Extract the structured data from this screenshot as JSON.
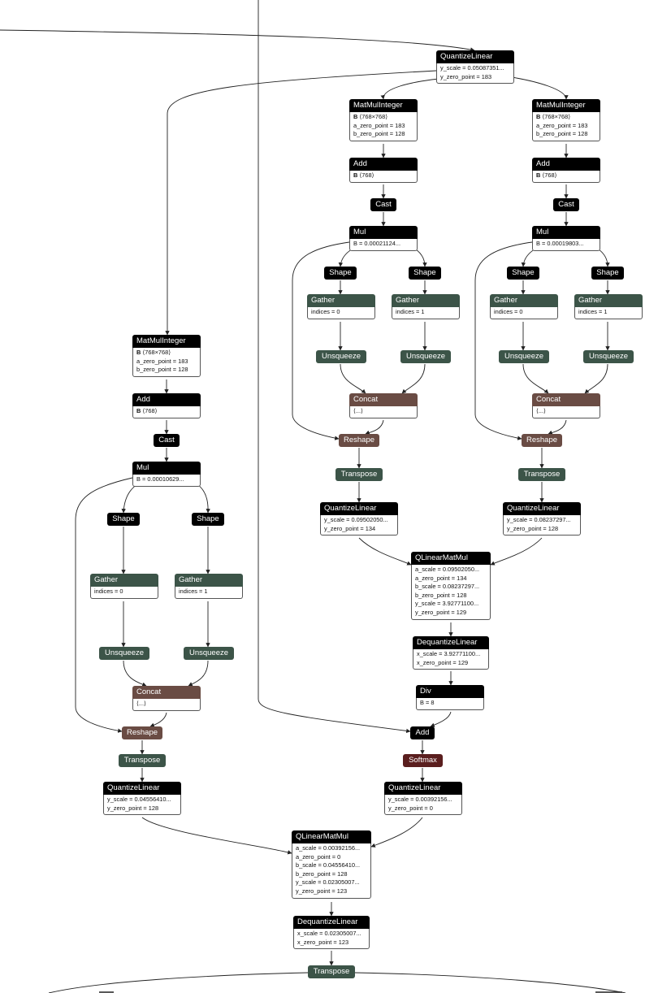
{
  "colors": {
    "layer": "#000000",
    "tensor": "#3c5448",
    "shape": "#6a4c44",
    "activation": "#5a1e1e",
    "edge": "#222222"
  },
  "nodes": {
    "ql_top": {
      "title": "QuantizeLinear",
      "attrs": [
        "y_scale = 0.05087351...",
        "y_zero_point = 183"
      ]
    },
    "mm_q": {
      "title": "MatMulInteger",
      "input": "B",
      "shape": "⟨768×768⟩",
      "attrs": [
        "a_zero_point = 183",
        "b_zero_point = 128"
      ]
    },
    "add_q": {
      "title": "Add",
      "input": "B",
      "shape": "⟨768⟩"
    },
    "cast_q": {
      "title": "Cast"
    },
    "mul_q": {
      "title": "Mul",
      "attrs": [
        "B = 0.00021124..."
      ]
    },
    "shape_q1": {
      "title": "Shape"
    },
    "shape_q2": {
      "title": "Shape"
    },
    "gather_q1": {
      "title": "Gather",
      "attrs": [
        "indices = 0"
      ]
    },
    "gather_q2": {
      "title": "Gather",
      "attrs": [
        "indices = 1"
      ]
    },
    "unsq_q1": {
      "title": "Unsqueeze"
    },
    "unsq_q2": {
      "title": "Unsqueeze"
    },
    "concat_q": {
      "title": "Concat",
      "attrs": [
        "⟨...⟩"
      ]
    },
    "reshape_q": {
      "title": "Reshape"
    },
    "trans_q": {
      "title": "Transpose"
    },
    "ql_q": {
      "title": "QuantizeLinear",
      "attrs": [
        "y_scale = 0.09502050...",
        "y_zero_point = 134"
      ]
    },
    "mm_k": {
      "title": "MatMulInteger",
      "input": "B",
      "shape": "⟨768×768⟩",
      "attrs": [
        "a_zero_point = 183",
        "b_zero_point = 128"
      ]
    },
    "add_k": {
      "title": "Add",
      "input": "B",
      "shape": "⟨768⟩"
    },
    "cast_k": {
      "title": "Cast"
    },
    "mul_k": {
      "title": "Mul",
      "attrs": [
        "B = 0.00019803..."
      ]
    },
    "shape_k1": {
      "title": "Shape"
    },
    "shape_k2": {
      "title": "Shape"
    },
    "gather_k1": {
      "title": "Gather",
      "attrs": [
        "indices = 0"
      ]
    },
    "gather_k2": {
      "title": "Gather",
      "attrs": [
        "indices = 1"
      ]
    },
    "unsq_k1": {
      "title": "Unsqueeze"
    },
    "unsq_k2": {
      "title": "Unsqueeze"
    },
    "concat_k": {
      "title": "Concat",
      "attrs": [
        "⟨...⟩"
      ]
    },
    "reshape_k": {
      "title": "Reshape"
    },
    "trans_k": {
      "title": "Transpose"
    },
    "ql_k": {
      "title": "QuantizeLinear",
      "attrs": [
        "y_scale = 0.08237297...",
        "y_zero_point = 128"
      ]
    },
    "qlmm_1": {
      "title": "QLinearMatMul",
      "attrs": [
        "a_scale = 0.09502050...",
        "a_zero_point = 134",
        "b_scale = 0.08237297...",
        "b_zero_point = 128",
        "y_scale = 3.92771100...",
        "y_zero_point = 129"
      ]
    },
    "dq_1": {
      "title": "DequantizeLinear",
      "attrs": [
        "x_scale = 3.92771100...",
        "x_zero_point = 129"
      ]
    },
    "div": {
      "title": "Div",
      "attrs": [
        "B = 8"
      ]
    },
    "add_mask": {
      "title": "Add"
    },
    "softmax": {
      "title": "Softmax"
    },
    "ql_s": {
      "title": "QuantizeLinear",
      "attrs": [
        "y_scale = 0.00392156...",
        "y_zero_point = 0"
      ]
    },
    "mm_v": {
      "title": "MatMulInteger",
      "input": "B",
      "shape": "⟨768×768⟩",
      "attrs": [
        "a_zero_point = 183",
        "b_zero_point = 128"
      ]
    },
    "add_v": {
      "title": "Add",
      "input": "B",
      "shape": "⟨768⟩"
    },
    "cast_v": {
      "title": "Cast"
    },
    "mul_v": {
      "title": "Mul",
      "attrs": [
        "B = 0.00010629..."
      ]
    },
    "shape_v1": {
      "title": "Shape"
    },
    "shape_v2": {
      "title": "Shape"
    },
    "gather_v1": {
      "title": "Gather",
      "attrs": [
        "indices = 0"
      ]
    },
    "gather_v2": {
      "title": "Gather",
      "attrs": [
        "indices = 1"
      ]
    },
    "unsq_v1": {
      "title": "Unsqueeze"
    },
    "unsq_v2": {
      "title": "Unsqueeze"
    },
    "concat_v": {
      "title": "Concat",
      "attrs": [
        "⟨...⟩"
      ]
    },
    "reshape_v": {
      "title": "Reshape"
    },
    "trans_v": {
      "title": "Transpose"
    },
    "ql_v": {
      "title": "QuantizeLinear",
      "attrs": [
        "y_scale = 0.04556410...",
        "y_zero_point = 128"
      ]
    },
    "qlmm_2": {
      "title": "QLinearMatMul",
      "attrs": [
        "a_scale = 0.00392156...",
        "a_zero_point = 0",
        "b_scale = 0.04556410...",
        "b_zero_point = 128",
        "y_scale = 0.02305007...",
        "y_zero_point = 123"
      ]
    },
    "dq_2": {
      "title": "DequantizeLinear",
      "attrs": [
        "x_scale = 0.02305007...",
        "x_zero_point = 123"
      ]
    },
    "trans_out": {
      "title": "Transpose"
    }
  }
}
